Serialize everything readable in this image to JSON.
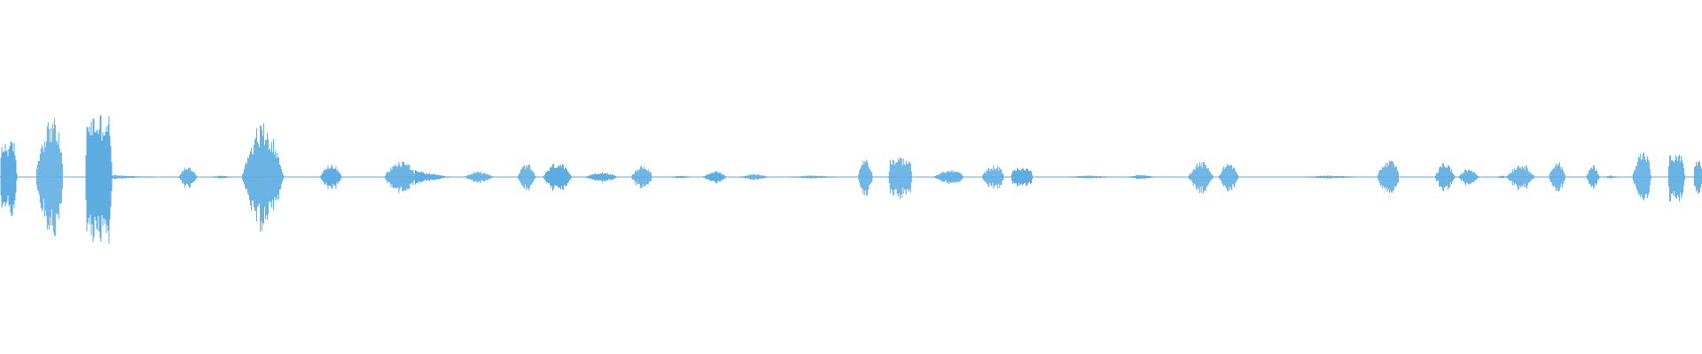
{
  "waveform": {
    "color": "#5dade2",
    "background": "#ffffff",
    "duration_units": 1000,
    "bursts": [
      {
        "start": 0,
        "end": 10,
        "peak": 0.48,
        "shape": "flat"
      },
      {
        "start": 21,
        "end": 37,
        "peak": 1.0,
        "shape": "rise"
      },
      {
        "start": 50,
        "end": 66,
        "peak": 0.85,
        "shape": "flat"
      },
      {
        "start": 66,
        "end": 90,
        "peak": 0.03,
        "shape": "decay"
      },
      {
        "start": 105,
        "end": 116,
        "peak": 0.16,
        "shape": "bell"
      },
      {
        "start": 125,
        "end": 135,
        "peak": 0.02,
        "shape": "bell"
      },
      {
        "start": 142,
        "end": 167,
        "peak": 0.72,
        "shape": "bell"
      },
      {
        "start": 188,
        "end": 201,
        "peak": 0.18,
        "shape": "bell"
      },
      {
        "start": 226,
        "end": 244,
        "peak": 0.28,
        "shape": "rise"
      },
      {
        "start": 244,
        "end": 264,
        "peak": 0.09,
        "shape": "decay"
      },
      {
        "start": 273,
        "end": 290,
        "peak": 0.08,
        "shape": "bell"
      },
      {
        "start": 304,
        "end": 315,
        "peak": 0.18,
        "shape": "bell"
      },
      {
        "start": 319,
        "end": 336,
        "peak": 0.2,
        "shape": "bell"
      },
      {
        "start": 344,
        "end": 363,
        "peak": 0.07,
        "shape": "bell"
      },
      {
        "start": 371,
        "end": 383,
        "peak": 0.2,
        "shape": "rise"
      },
      {
        "start": 395,
        "end": 405,
        "peak": 0.02,
        "shape": "bell"
      },
      {
        "start": 413,
        "end": 427,
        "peak": 0.08,
        "shape": "bell"
      },
      {
        "start": 435,
        "end": 452,
        "peak": 0.04,
        "shape": "bell"
      },
      {
        "start": 465,
        "end": 490,
        "peak": 0.02,
        "shape": "bell"
      },
      {
        "start": 504,
        "end": 513,
        "peak": 0.28,
        "shape": "bell"
      },
      {
        "start": 522,
        "end": 536,
        "peak": 0.26,
        "shape": "flat"
      },
      {
        "start": 549,
        "end": 566,
        "peak": 0.12,
        "shape": "rise"
      },
      {
        "start": 577,
        "end": 590,
        "peak": 0.2,
        "shape": "rise"
      },
      {
        "start": 594,
        "end": 607,
        "peak": 0.12,
        "shape": "flat"
      },
      {
        "start": 628,
        "end": 652,
        "peak": 0.02,
        "shape": "bell"
      },
      {
        "start": 663,
        "end": 678,
        "peak": 0.03,
        "shape": "bell"
      },
      {
        "start": 698,
        "end": 713,
        "peak": 0.22,
        "shape": "bell"
      },
      {
        "start": 716,
        "end": 728,
        "peak": 0.2,
        "shape": "bell"
      },
      {
        "start": 767,
        "end": 797,
        "peak": 0.02,
        "shape": "bell"
      },
      {
        "start": 809,
        "end": 822,
        "peak": 0.28,
        "shape": "rise"
      },
      {
        "start": 843,
        "end": 855,
        "peak": 0.2,
        "shape": "bell"
      },
      {
        "start": 857,
        "end": 869,
        "peak": 0.12,
        "shape": "bell"
      },
      {
        "start": 880,
        "end": 885,
        "peak": 0.02,
        "shape": "bell"
      },
      {
        "start": 885,
        "end": 902,
        "peak": 0.18,
        "shape": "bell"
      },
      {
        "start": 910,
        "end": 920,
        "peak": 0.22,
        "shape": "bell"
      },
      {
        "start": 932,
        "end": 940,
        "peak": 0.16,
        "shape": "bell"
      },
      {
        "start": 943,
        "end": 950,
        "peak": 0.02,
        "shape": "bell"
      },
      {
        "start": 959,
        "end": 970,
        "peak": 0.45,
        "shape": "rise"
      },
      {
        "start": 980,
        "end": 990,
        "peak": 0.3,
        "shape": "flat"
      },
      {
        "start": 995,
        "end": 1000,
        "peak": 0.22,
        "shape": "flat"
      }
    ]
  }
}
